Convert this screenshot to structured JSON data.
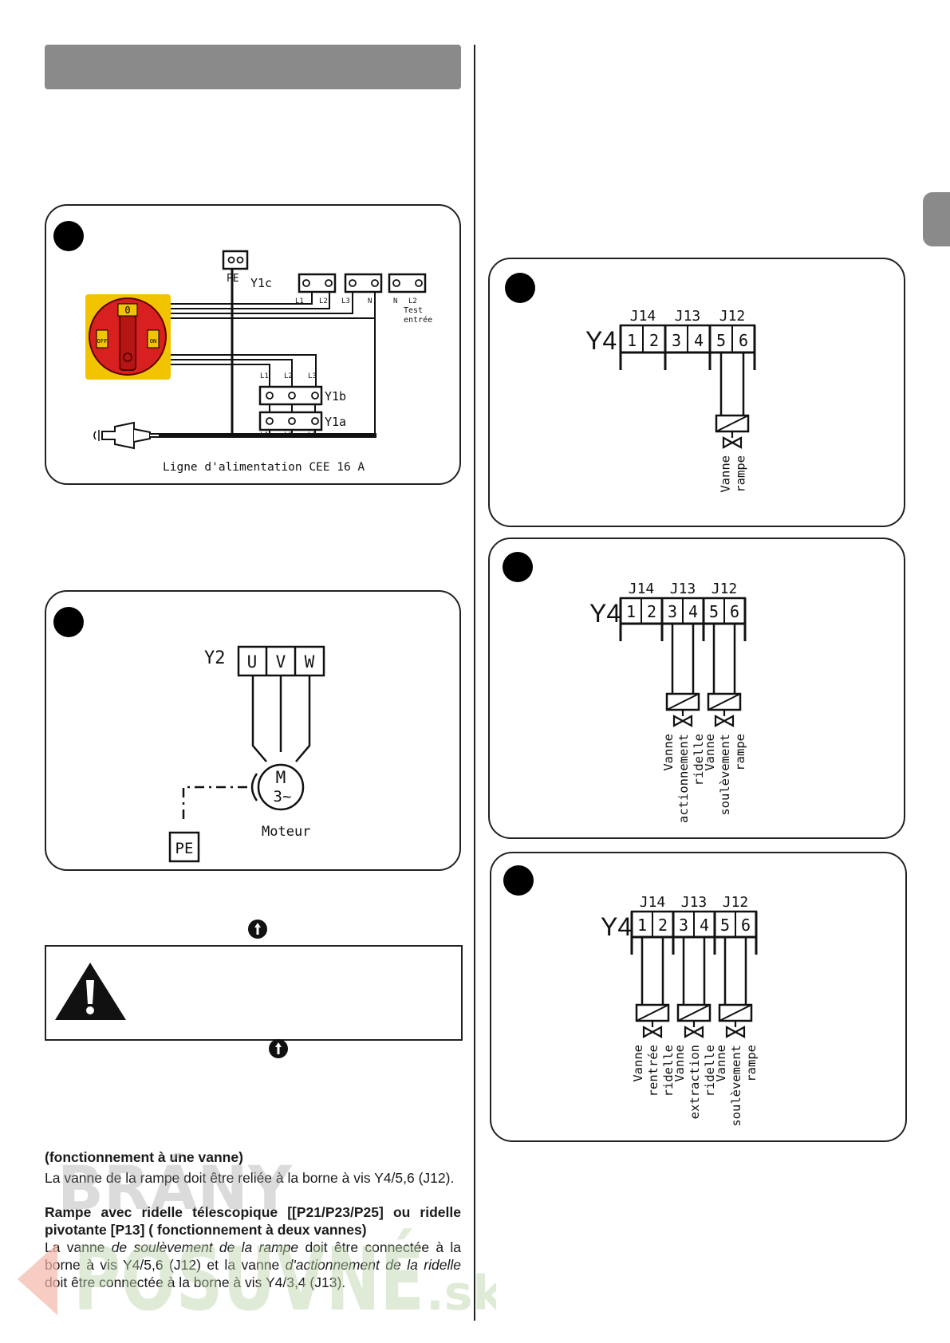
{
  "fig_power": {
    "switch_off_pos": "0",
    "switch_off": "OFF",
    "switch_on": "ON",
    "pe": "PE",
    "y1c": "Y1c",
    "y1b": "Y1b",
    "y1a": "Y1a",
    "l1": "L1",
    "l2": "L2",
    "l3": "L3",
    "n": "N",
    "test": "Test",
    "entree": "entrée",
    "supply_line": "Ligne d'alimentation CEE 16 A"
  },
  "fig_motor": {
    "y2": "Y2",
    "terminals": [
      "U",
      "V",
      "W"
    ],
    "m": "M",
    "phase": "3~",
    "pe": "PE",
    "motor": "Moteur"
  },
  "valves_common": {
    "y4": "Y4",
    "groups": [
      "J14",
      "J13",
      "J12"
    ],
    "terminals": [
      "1",
      "2",
      "3",
      "4",
      "5",
      "6"
    ]
  },
  "valves_1": {
    "labels": [
      [
        "Vanne",
        "rampe"
      ]
    ]
  },
  "valves_2": {
    "labels": [
      [
        "Vanne",
        "actionnement",
        "ridelle"
      ],
      [
        "Vanne",
        "soulèvement",
        "rampe"
      ]
    ]
  },
  "valves_3": {
    "labels": [
      [
        "Vanne",
        "rentrée",
        "ridelle"
      ],
      [
        "Vanne",
        "extraction",
        "ridelle"
      ],
      [
        "Vanne",
        "soulèvement",
        "rampe"
      ]
    ]
  },
  "text": {
    "p1_title": "(fonctionnement à une vanne)",
    "p1_body": "La vanne de la rampe doit être reliée à la borne à vis Y4/5,6 (J12).",
    "p2_title": "Rampe avec ridelle télescopique [[P21/P23/P25] ou ridelle pivotante [P13] ( fonctionnement à deux vannes)",
    "p2_a": "La vanne ",
    "p2_b": "de soulèvement de la rampe",
    "p2_c": " doit être connectée à la borne à vis Y4/5,6 (J12) et la vanne ",
    "p2_d": "d'actionnement de la ridelle",
    "p2_e": " doit être connectée à la borne à vis Y4/3,4 (J13)."
  },
  "watermark": {
    "line1": "BRÁNY",
    "line2": "POSUVNÉ",
    "suffix": ".sk"
  }
}
